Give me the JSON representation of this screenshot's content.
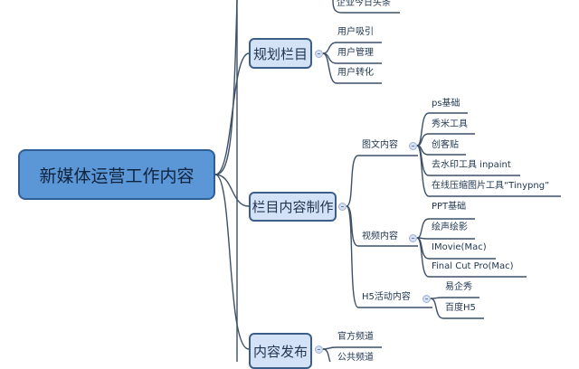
{
  "root": {
    "label": "新媒体运营工作内容",
    "color": "#5b97d6"
  },
  "branches": [
    {
      "label": "规划栏目",
      "children": [
        "用户吸引",
        "用户管理",
        "用户转化"
      ]
    },
    {
      "label": "栏目内容制作",
      "groups": [
        {
          "label": "图文内容",
          "children": [
            "ps基础",
            "秀米工具",
            "创客贴",
            "去水印工具 inpaint",
            "在线压缩图片工具“Tinypng”"
          ]
        },
        {
          "label": "视频内容",
          "children": [
            "PPT基础",
            "绘声绘影",
            "IMovie(Mac)",
            "Final Cut Pro(Mac)"
          ]
        },
        {
          "label": "H5活动内容",
          "children": [
            "易企秀",
            "百度H5"
          ]
        }
      ]
    },
    {
      "label": "内容发布",
      "children": [
        "官方频道",
        "公共频道"
      ]
    }
  ],
  "partial_top_leaf": "企业今日头条",
  "colors": {
    "main_node_fill": "#d3e2f6",
    "line": "#3c5068"
  }
}
